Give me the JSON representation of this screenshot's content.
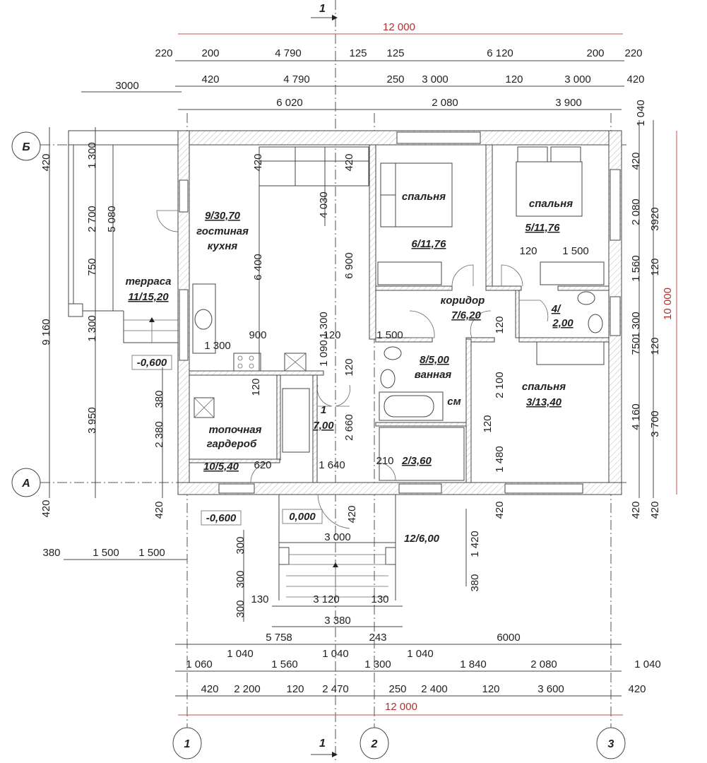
{
  "title": "Floor plan",
  "axes": {
    "rows": [
      "Б",
      "А"
    ],
    "columns": [
      "1",
      "2",
      "3"
    ],
    "section_mark": "1"
  },
  "overall": {
    "width_top": "12 000",
    "width_bottom": "12 000",
    "height_right": "10 000"
  },
  "rooms": [
    {
      "id": "9/30,70",
      "name": [
        "гостиная",
        "кухня"
      ]
    },
    {
      "id": "11/15,20",
      "name": [
        "терраса"
      ]
    },
    {
      "id": "6/11,76",
      "name": [
        "спальня"
      ]
    },
    {
      "id": "5/11,76",
      "name": [
        "спальня"
      ]
    },
    {
      "id": "7/6,20",
      "name": [
        "коридор"
      ]
    },
    {
      "id": "4/ 2,00",
      "name": []
    },
    {
      "id": "8/5,00",
      "name": [
        "ванная"
      ]
    },
    {
      "id": "3/13,40",
      "name": [
        "спальня"
      ]
    },
    {
      "id": "10/5,40",
      "name": [
        "топочная",
        "гардероб"
      ]
    },
    {
      "id": "1 7,00",
      "name": []
    },
    {
      "id": "2/3,60",
      "name": []
    },
    {
      "id": "12/6,00",
      "name": []
    }
  ],
  "room_texts": [
    "9/30,70",
    "гостиная",
    "кухня",
    "терраса",
    "11/15,20",
    "спальня",
    "6/11,76",
    "спальня",
    "5/11,76",
    "коридор",
    "7/6,20",
    "4/",
    "2,00",
    "8/5,00",
    "ванная",
    "см",
    "спальня",
    "3/13,40",
    "топочная",
    "гардероб",
    "10/5,40",
    "1",
    "7,00",
    "2/3,60",
    "12/6,00"
  ],
  "levels": [
    "-0,600",
    "-0,600",
    "0,000"
  ],
  "dimensions": [
    "220",
    "200",
    "4 790",
    "125",
    "125",
    "6 120",
    "200",
    "220",
    "3000",
    "420",
    "4 790",
    "250",
    "3 000",
    "120",
    "3 000",
    "420",
    "6 020",
    "2 080",
    "3 900",
    "1 040",
    "420",
    "9 160",
    "420",
    "1 300",
    "2 700",
    "750",
    "1 300",
    "3 950",
    "5 080",
    "380",
    "2 380",
    "420",
    "420",
    "6 400",
    "4 030",
    "6 900",
    "420",
    "1 300",
    "1 090",
    "120",
    "120",
    "900",
    "1 300",
    "120",
    "1 500",
    "620",
    "1 640",
    "2 660",
    "120",
    "1 500",
    "120",
    "2 100",
    "120",
    "1 480",
    "210",
    "420",
    "2 080",
    "1 560",
    "1 300",
    "750",
    "4 160",
    "420",
    "3920",
    "120",
    "120",
    "3 700",
    "420",
    "420",
    "420",
    "1 420",
    "3 000",
    "380",
    "1 500",
    "1 500",
    "300",
    "300",
    "300",
    "380",
    "130",
    "3 120",
    "130",
    "3 380",
    "5 758",
    "243",
    "6000",
    "1 040",
    "1 040",
    "1 040",
    "1 060",
    "1 560",
    "1 300",
    "1 840",
    "2 080",
    "1 040",
    "420",
    "2 200",
    "120",
    "2 470",
    "250",
    "2 400",
    "120",
    "3 600",
    "420"
  ]
}
